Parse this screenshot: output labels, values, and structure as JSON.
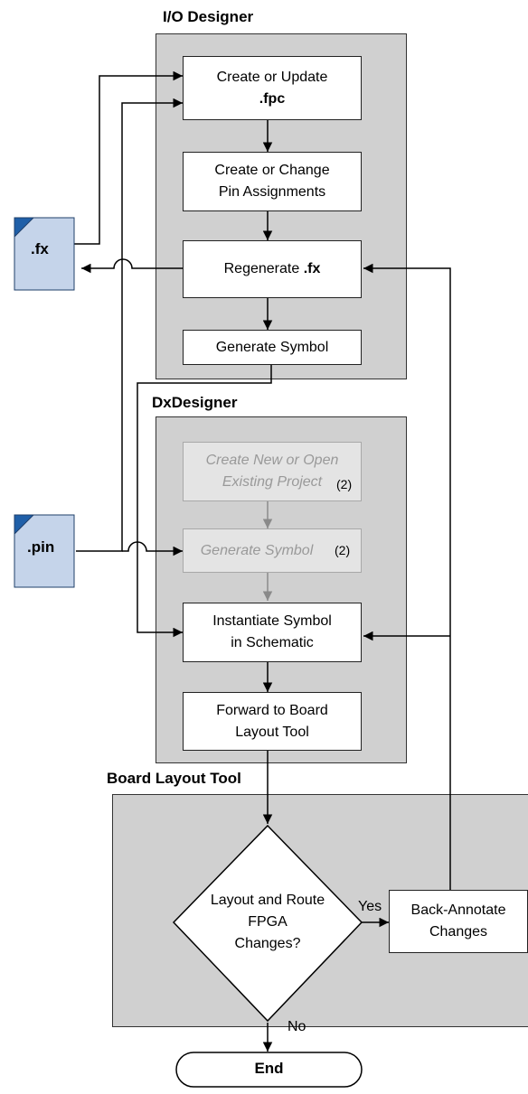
{
  "regions": {
    "io_designer": "I/O Designer",
    "dx_designer": "DxDesigner",
    "board_layout_tool": "Board Layout Tool"
  },
  "steps": {
    "create_update": {
      "line1": "Create or Update",
      "line2": ".fpc"
    },
    "pin_assign": {
      "line1": "Create or Change",
      "line2": "Pin Assignments"
    },
    "regenerate": {
      "text": "Regenerate ",
      "bold": ".fx"
    },
    "gen_symbol_io": "Generate Symbol",
    "create_project": {
      "line1": "Create New or Open",
      "line2": "Existing Project",
      "note": "(2)"
    },
    "gen_symbol_dx": {
      "text": "Generate Symbol",
      "note": "(2)"
    },
    "instantiate": {
      "line1": "Instantiate Symbol",
      "line2": "in Schematic"
    },
    "forward": {
      "line1": "Forward to Board",
      "line2": "Layout Tool"
    },
    "decision": {
      "line1": "Layout and Route",
      "line2": "FPGA",
      "line3": "Changes?"
    },
    "back_annotate": {
      "line1": "Back-Annotate",
      "line2": "Changes"
    },
    "end": "End"
  },
  "files": {
    "fx": ".fx",
    "pin": ".pin"
  },
  "edge_labels": {
    "yes": "Yes",
    "no": "No"
  },
  "colors": {
    "region_fill": "#d0d0d0",
    "file_fill": "#c5d4ea",
    "file_corner": "#1f5fa8",
    "disabled_text": "#999999"
  }
}
